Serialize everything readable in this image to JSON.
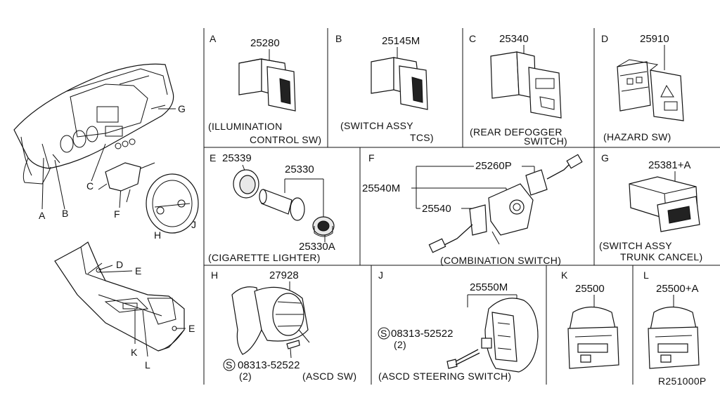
{
  "overview": {
    "dash_callouts": [
      "A",
      "B",
      "C",
      "F",
      "G",
      "H",
      "J"
    ],
    "console_callouts": [
      "D",
      "E",
      "E",
      "K",
      "L"
    ]
  },
  "panels": {
    "A": {
      "letter": "A",
      "part": "25280",
      "caption1": "(ILLUMINATION",
      "caption2": "CONTROL SW)"
    },
    "B": {
      "letter": "B",
      "part": "25145M",
      "caption1": "(SWITCH ASSY",
      "caption2": "TCS)"
    },
    "C": {
      "letter": "C",
      "part": "25340",
      "caption1": "(REAR DEFOGGER",
      "caption2": "SWITCH)"
    },
    "D": {
      "letter": "D",
      "part": "25910",
      "caption1": "(HAZARD SW)"
    },
    "E": {
      "letter": "E",
      "part1": "25339",
      "part2": "25330",
      "part3": "25330A",
      "caption1": "(CIGARETTE LIGHTER)"
    },
    "F": {
      "letter": "F",
      "part1": "25260P",
      "part2": "25540M",
      "part3": "25540",
      "caption1": "(COMBINATION SWITCH)"
    },
    "G": {
      "letter": "G",
      "part": "25381+A",
      "caption1": "(SWITCH ASSY",
      "caption2": "TRUNK CANCEL)"
    },
    "H": {
      "letter": "H",
      "part": "27928",
      "screw_symbol": "S",
      "screw": "08313-52522",
      "qty": "(2)",
      "caption1": "(ASCD SW)"
    },
    "J": {
      "letter": "J",
      "part": "25550M",
      "screw_symbol": "S",
      "screw": "08313-52522",
      "qty": "(2)",
      "caption1": "(ASCD STEERING SWITCH)"
    },
    "K": {
      "letter": "K",
      "part": "25500"
    },
    "L": {
      "letter": "L",
      "part": "25500+A"
    }
  },
  "ref_code": "R251000P"
}
